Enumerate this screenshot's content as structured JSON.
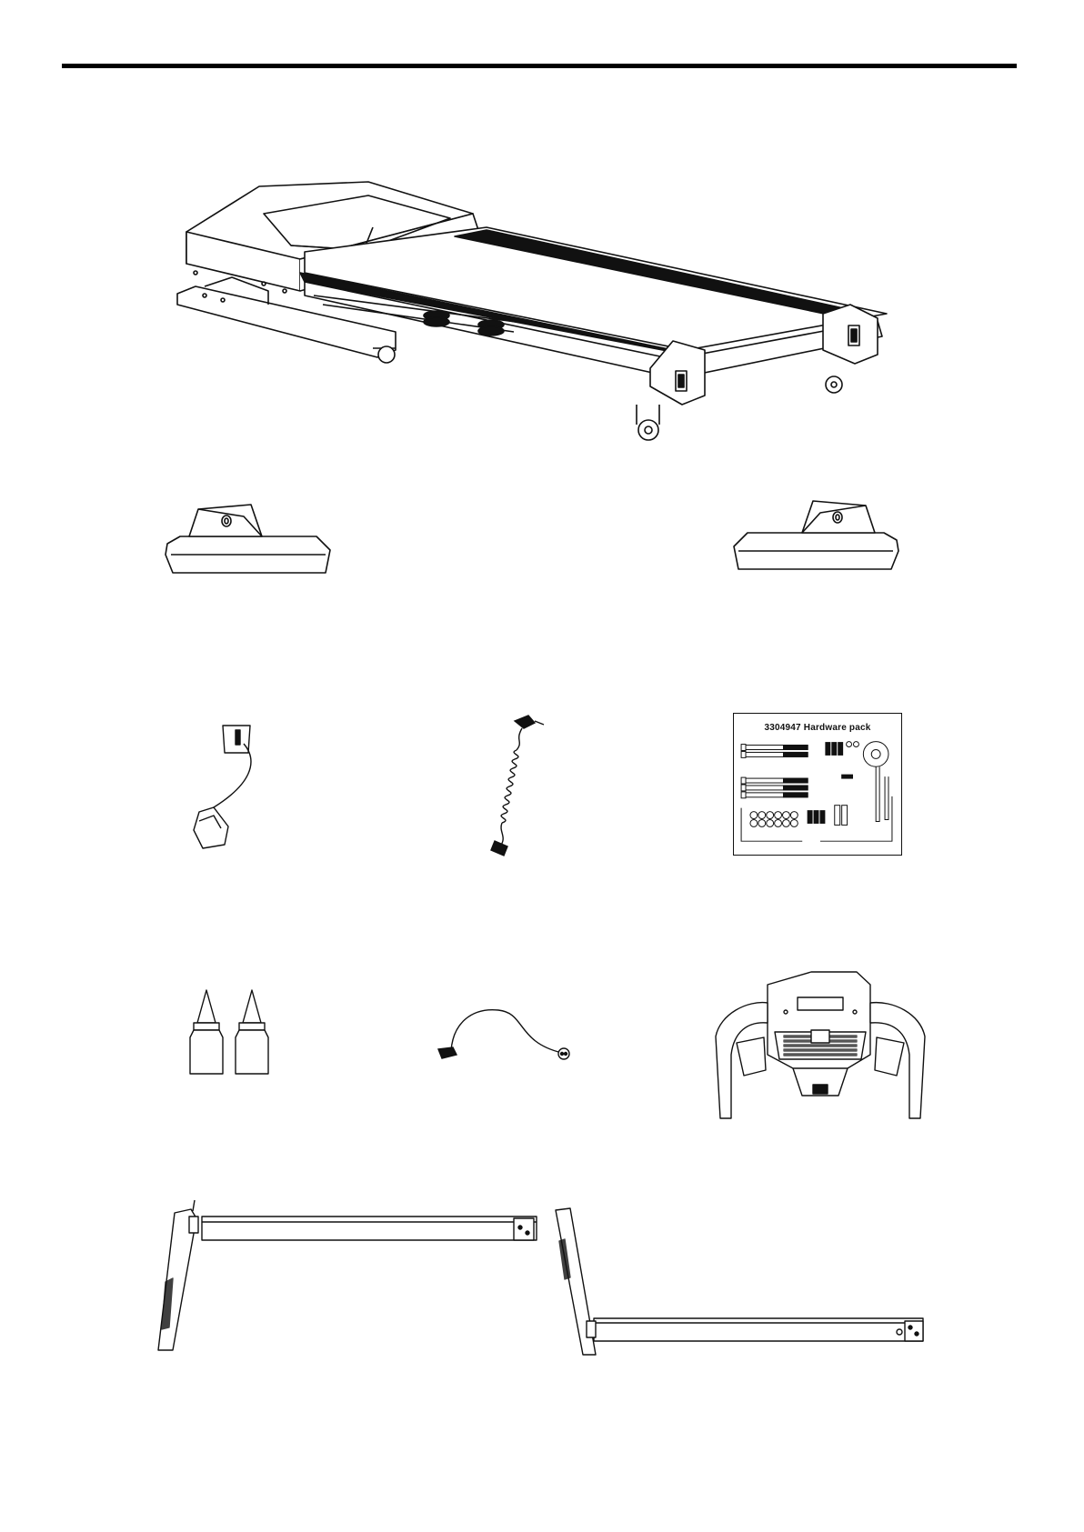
{
  "hardware_pack": {
    "title": "3304947  Hardware pack"
  },
  "parts": [
    {
      "id": "treadmill-base",
      "icon": "treadmill-base-drawing"
    },
    {
      "id": "left-base-cover",
      "icon": "base-cover-drawing"
    },
    {
      "id": "right-base-cover",
      "icon": "base-cover-drawing"
    },
    {
      "id": "safety-key",
      "icon": "safety-key-drawing"
    },
    {
      "id": "coiled-cable",
      "icon": "coiled-cable-drawing"
    },
    {
      "id": "hardware-pack",
      "icon": "hardware-pack-drawing"
    },
    {
      "id": "lubricant-bottles",
      "icon": "lubricant-bottle-drawing"
    },
    {
      "id": "power-cord",
      "icon": "power-cord-drawing"
    },
    {
      "id": "console",
      "icon": "console-drawing"
    },
    {
      "id": "left-upright",
      "icon": "upright-drawing"
    },
    {
      "id": "right-upright",
      "icon": "upright-drawing"
    }
  ],
  "colors": {
    "line": "#111111",
    "belt": "#111111",
    "paper": "#ffffff"
  }
}
